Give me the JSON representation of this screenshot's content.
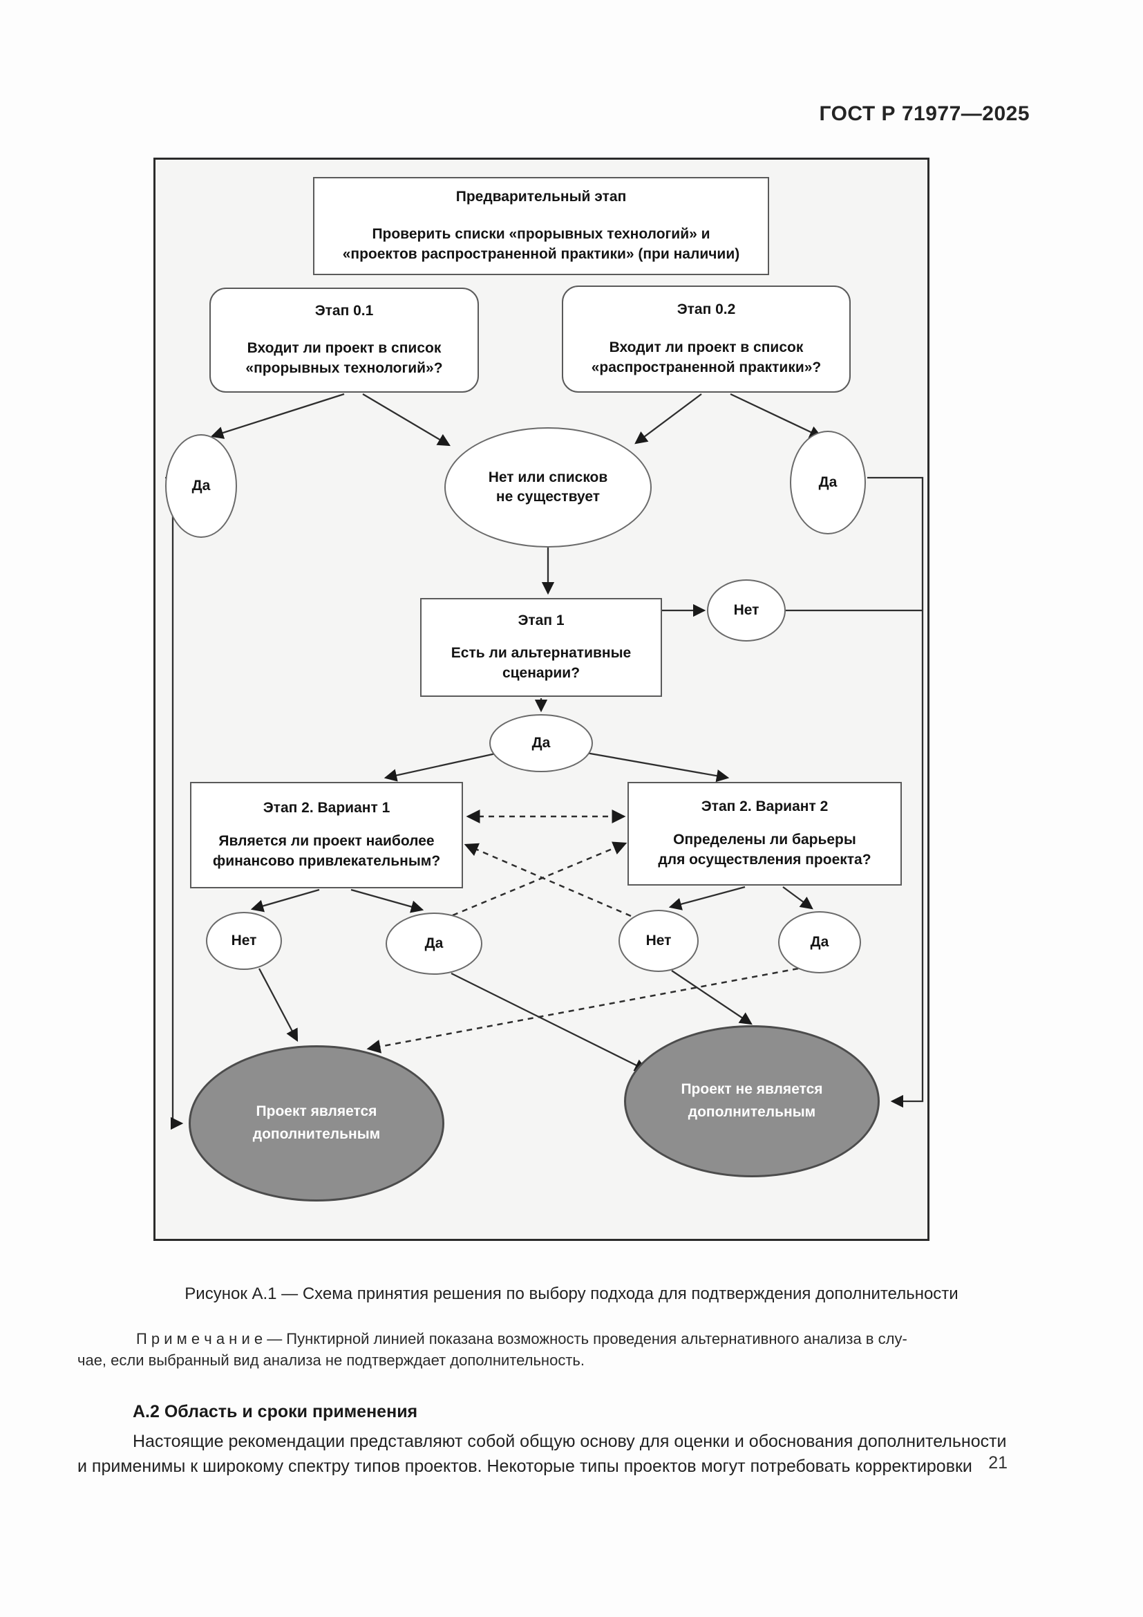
{
  "page": {
    "header": "ГОСТ Р 71977—2025",
    "figure_caption": "Рисунок А.1 — Схема принятия решения по выбору подхода для подтверждения дополнительности",
    "note": "П р и м е ч а н и е   — Пунктирной линией показана возможность проведения альтернативного анализа в слу-\nчае, если выбранный вид анализа не подтверждает дополнительность.",
    "section_heading": "А.2  Область и сроки применения",
    "body_paragraph": "Настоящие рекомендации представляют собой общую основу для оценки и обоснования дополнительности\nи применимы к широкому спектру типов проектов. Некоторые типы проектов могут потребовать корректировки",
    "page_number": "21"
  },
  "flowchart": {
    "preliminary": {
      "title": "Предварительный этап",
      "body": "Проверить списки «прорывных технологий» и\n«проектов распространенной практики» (при наличии)"
    },
    "stage01": {
      "title": "Этап 0.1",
      "body": "Входит ли проект в список\n«прорывных технологий»?"
    },
    "stage02": {
      "title": "Этап 0.2",
      "body": "Входит ли проект в список\n«распространенной практики»?"
    },
    "yes_left": "Да",
    "no_lists": "Нет или списков\nне существует",
    "yes_right": "Да",
    "stage1": {
      "title": "Этап 1",
      "body": "Есть ли альтернативные\nсценарии?"
    },
    "stage1_no": "Нет",
    "stage1_yes": "Да",
    "stage2v1": {
      "title": "Этап 2. Вариант 1",
      "body": "Является ли проект наиболее\nфинансово привлекательным?"
    },
    "stage2v2": {
      "title": "Этап 2. Вариант 2",
      "body": "Определены ли барьеры\nдля осуществления проекта?"
    },
    "v1_no": "Нет",
    "v1_yes": "Да",
    "v2_no": "Нет",
    "v2_yes": "Да",
    "outcome_additional": "Проект является\nдополнительным",
    "outcome_not_additional": "Проект не является\nдополнительным",
    "colors": {
      "outcome_fill": "#8e8e8e",
      "line_color": "#2e2e2e",
      "diagram_background": "#f5f5f4"
    }
  }
}
